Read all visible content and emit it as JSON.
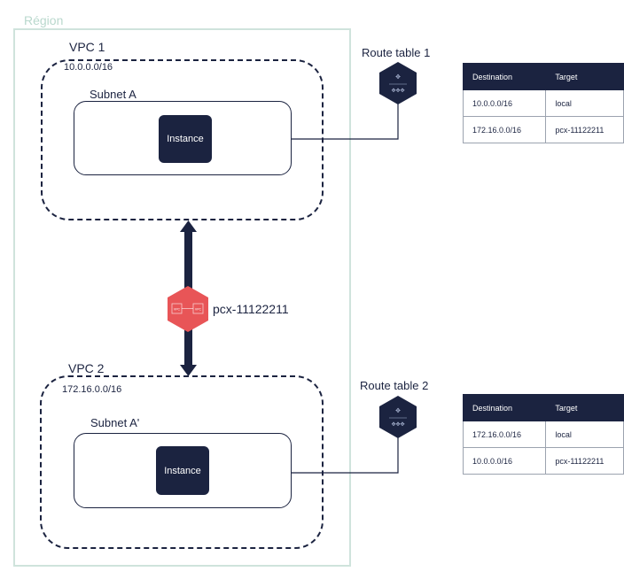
{
  "region": {
    "label": "Région"
  },
  "vpc1": {
    "title": "VPC 1",
    "cidr": "10.0.0.0/16",
    "subnet": {
      "label": "Subnet A",
      "instance": "Instance"
    }
  },
  "vpc2": {
    "title": "VPC 2",
    "cidr": "172.16.0.0/16",
    "subnet": {
      "label": "Subnet A'",
      "instance": "Instance"
    }
  },
  "peering": {
    "label": "pcx-11122211",
    "icon_text_left": "VPC",
    "icon_text_right": "VPC",
    "color": "#e85557"
  },
  "route_table_1": {
    "title": "Route table 1",
    "headers": [
      "Destination",
      "Target"
    ],
    "rows": [
      [
        "10.0.0.0/16",
        "local"
      ],
      [
        "172.16.0.0/16",
        "pcx-11122211"
      ]
    ]
  },
  "route_table_2": {
    "title": "Route table 2",
    "headers": [
      "Destination",
      "Target"
    ],
    "rows": [
      [
        "172.16.0.0/16",
        "local"
      ],
      [
        "10.0.0.0/16",
        "pcx-11122211"
      ]
    ]
  },
  "colors": {
    "navy": "#1b2340",
    "region_border": "#cfe3dc",
    "peering": "#e85557"
  }
}
